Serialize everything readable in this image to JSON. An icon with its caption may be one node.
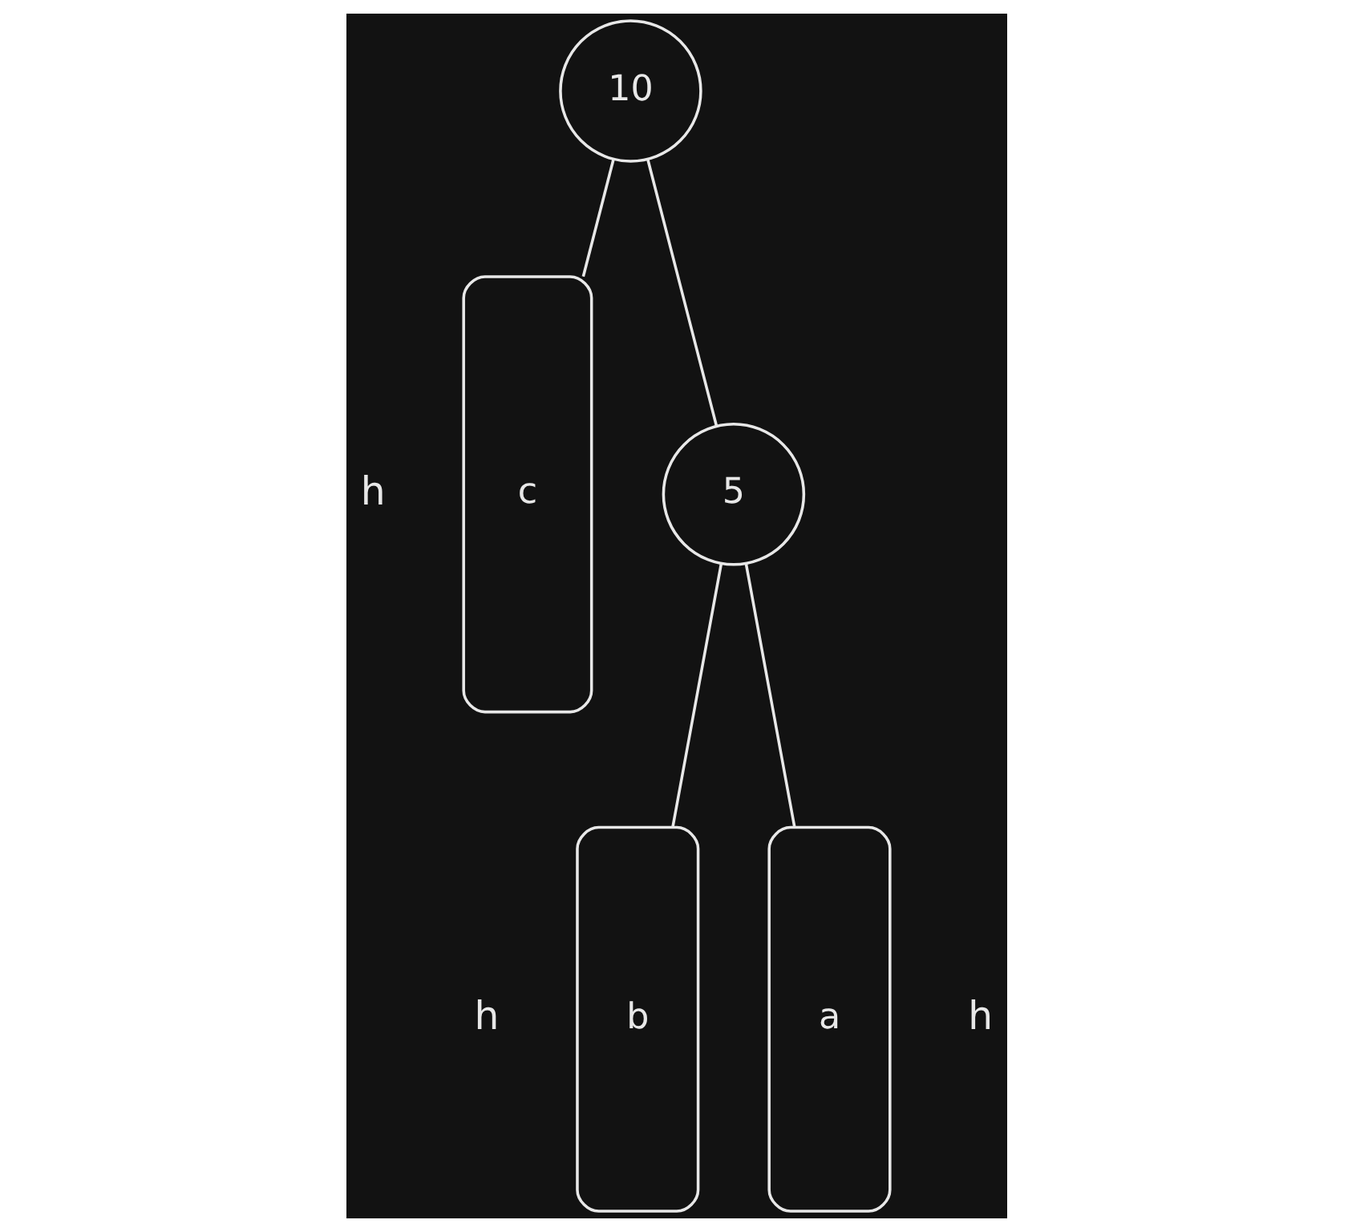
{
  "diagram": {
    "nodes": [
      {
        "text": [
          "10"
        ]
      },
      {
        "text": [
          "c"
        ],
        "beside": [
          "h"
        ]
      },
      {
        "text": [
          "5"
        ]
      },
      {
        "text": [
          "b"
        ],
        "beside": [
          "h"
        ]
      },
      {
        "text": [
          "a"
        ],
        "beside": [
          "h"
        ]
      }
    ],
    "edges": [
      {
        "from": 0,
        "to": 1,
        "arrow": "none"
      },
      {
        "from": 0,
        "to": 2,
        "arrow": "none"
      },
      {
        "from": 2,
        "to": 3,
        "arrow": "none"
      },
      {
        "from": 2,
        "to": 4,
        "arrow": "none"
      }
    ]
  }
}
